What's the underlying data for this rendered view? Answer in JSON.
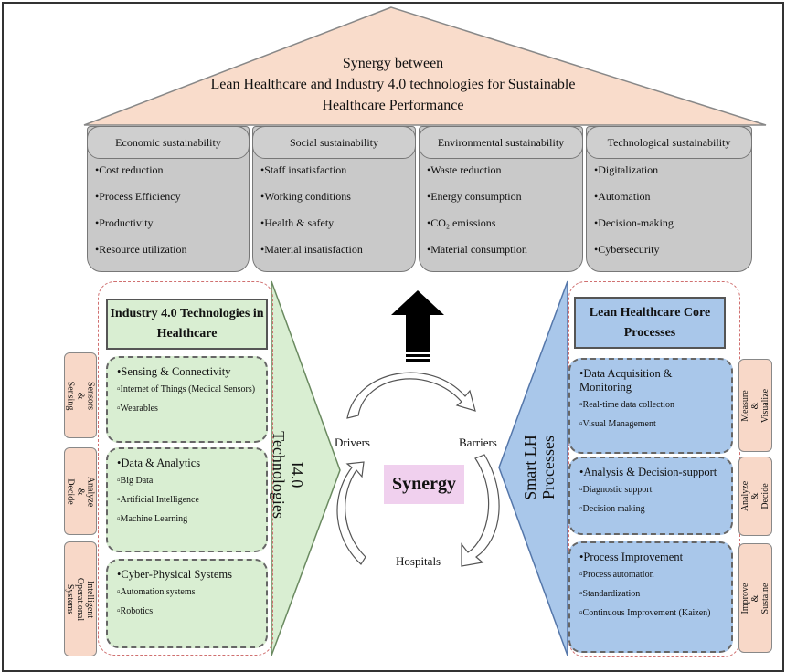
{
  "roof": {
    "line1": "Synergy between",
    "line2": "Lean Healthcare and Industry 4.0 technologies for Sustainable",
    "line3": "Healthcare Performance"
  },
  "pillars": [
    {
      "title": "Economic sustainability",
      "items": [
        "Cost reduction",
        "Process Efficiency",
        "Productivity",
        "Resource utilization"
      ]
    },
    {
      "title": "Social sustainability",
      "items": [
        "Staff insatisfaction",
        "Working conditions",
        "Health & safety",
        "Material insatisfaction"
      ]
    },
    {
      "title": "Environmental sustainability",
      "items": [
        "Waste reduction",
        "Energy consumption",
        "CO₂ emissions",
        "Material consumption"
      ]
    },
    {
      "title": "Technological sustainability",
      "items": [
        "Digitalization",
        "Automation",
        "Decision-making",
        "Cybersecurity"
      ]
    }
  ],
  "left": {
    "title": "Industry 4.0 Technologies in Healthcare",
    "arrow_label": "I4.0\nTechnologies",
    "groups": [
      {
        "main": "Sensing & Connectivity",
        "items": [
          "Internet of Things (Medical Sensors)",
          "Wearables"
        ]
      },
      {
        "main": "Data & Analytics",
        "items": [
          "Big Data",
          "Artificial Intelligence",
          "Machine Learning"
        ]
      },
      {
        "main": "Cyber-Physical Systems",
        "items": [
          "Automation systems",
          "Robotics"
        ]
      }
    ],
    "tabs": [
      "Sensors &\nSensing",
      "Analyze &\nDecide",
      "Intelligent\nOperational Systems"
    ]
  },
  "right": {
    "title": "Lean Healthcare Core Processes",
    "arrow_label": "Smart LH\nProcesses",
    "groups": [
      {
        "main": "Data Acquisition & Monitoring",
        "items": [
          "Real-time data collection",
          "Visual Management"
        ]
      },
      {
        "main": "Analysis & Decision-support",
        "items": [
          "Diagnostic support",
          "Decision making"
        ]
      },
      {
        "main": "Process Improvement",
        "items": [
          "Process automation",
          "Standardization",
          "Continuous Improvement (Kaizen)"
        ]
      }
    ],
    "tabs": [
      "Measure &\nVisualize",
      "Analyze &\nDecide",
      "Improve &\nSustaine"
    ]
  },
  "center": {
    "synergy": "Synergy",
    "drivers": "Drivers",
    "barriers": "Barriers",
    "hospitals": "Hospitals"
  },
  "colors": {
    "roof": "#f9dccb",
    "pillar": "#c9c9c9",
    "green": "#d9eed2",
    "blue": "#a9c7ea",
    "peach": "#f8d8c8",
    "pink": "#f0d0ee"
  }
}
